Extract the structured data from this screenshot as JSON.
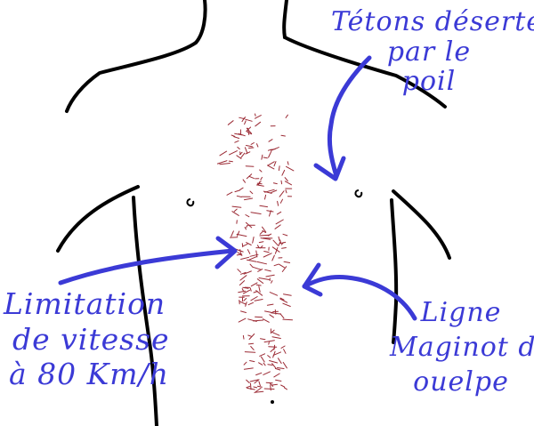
{
  "annotations": {
    "top_right": [
      "Tétons désertés",
      "par le",
      "poil"
    ],
    "bottom_left": [
      "Limitation",
      "de vitesse",
      "à 80 Km/h"
    ],
    "bottom_right": [
      "Ligne",
      "Maginot du",
      "ouelpe"
    ]
  },
  "colors": {
    "outline": "#000000",
    "arrows": "#3b3ad6",
    "hair": "#9b2a34"
  }
}
